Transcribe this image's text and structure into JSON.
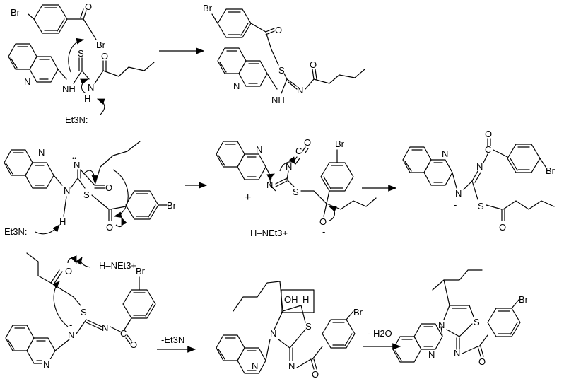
{
  "atoms": {
    "Br": "Br",
    "N": "N",
    "O": "O",
    "S": "S",
    "H": "H",
    "NH": "NH",
    "OH": "OH",
    "C": "C",
    "plus": "+",
    "minus": "-",
    "lone_pair": "••",
    "Et3N": "Et3N",
    "Et3N_lone_pair": "Et3N:",
    "HNEt3_plus": "H–NEt3+"
  },
  "reagents": {
    "minus_et3n": "-Et3N",
    "minus_h2o": "- H2O"
  },
  "colors": {
    "ink": "#000000",
    "background": "#ffffff"
  }
}
